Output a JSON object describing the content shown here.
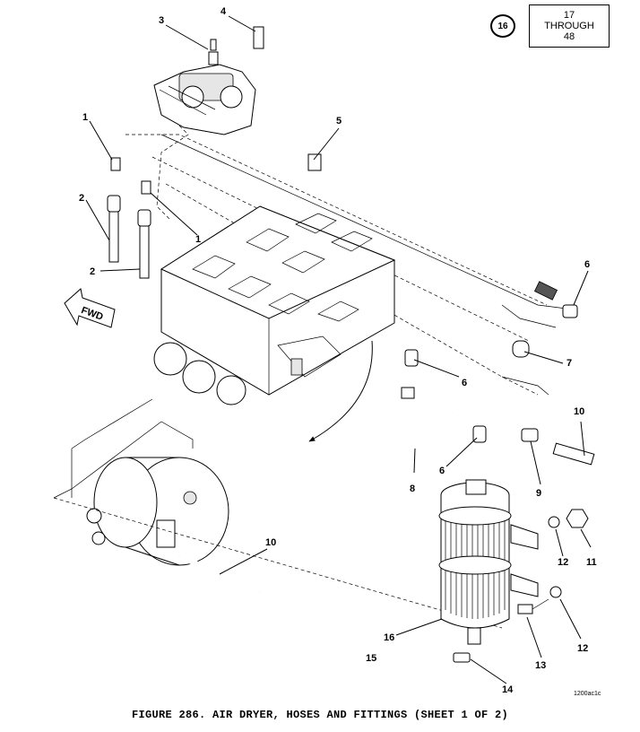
{
  "figure_caption": "FIGURE 286.  AIR DRYER, HOSES AND FITTINGS (SHEET 1 OF 2)",
  "reference": {
    "circle_label": "16",
    "box_line1": "17",
    "box_line2": "THROUGH",
    "box_line3": "48"
  },
  "fwd_label": "FWD",
  "drawing_number": "1200ac1c",
  "callouts": {
    "c1a": "1",
    "c1b": "1",
    "c2a": "2",
    "c2b": "2",
    "c3": "3",
    "c4": "4",
    "c5": "5",
    "c6a": "6",
    "c6b": "6",
    "c6c": "6",
    "c7": "7",
    "c8": "8",
    "c9": "9",
    "c10a": "10",
    "c10b": "10",
    "c11": "11",
    "c12a": "12",
    "c12b": "12",
    "c13": "13",
    "c14": "14",
    "c15": "15",
    "c16": "16"
  }
}
